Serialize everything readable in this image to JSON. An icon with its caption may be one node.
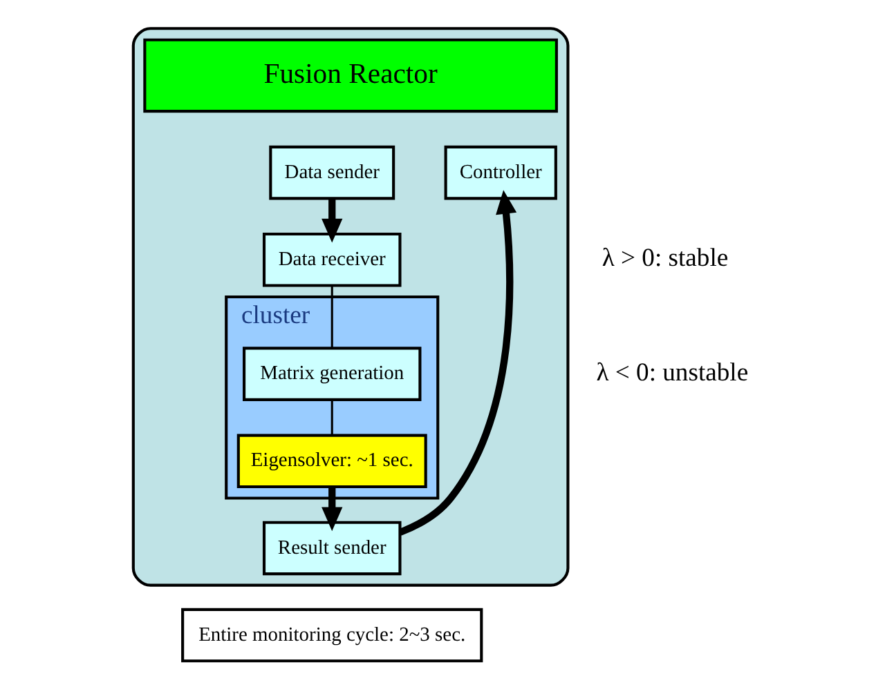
{
  "diagram": {
    "nodes": [
      {
        "text": [],
        "shape": "box"
      },
      {
        "text": [
          "Fusion Reactor"
        ],
        "in": 0
      },
      {
        "text": [
          "Data sender"
        ],
        "in": 0
      },
      {
        "text": [
          "Controller"
        ],
        "in": 0
      },
      {
        "text": [
          "Data receiver"
        ],
        "in": 0
      },
      {
        "text": [
          "cluster"
        ],
        "in": 0
      },
      {
        "text": [
          "Matrix generation"
        ],
        "in": 5
      },
      {
        "text": [
          "Eigensolver: ~1 sec."
        ],
        "in": 5
      },
      {
        "text": [
          "Result sender"
        ],
        "in": 0
      },
      {
        "text": [
          "Entire monitoring cycle: 2~3 sec."
        ]
      }
    ],
    "edges": [
      {
        "from": 2,
        "to": 4,
        "arrow": "to"
      },
      {
        "from": 4,
        "to": 6,
        "arrow": "none"
      },
      {
        "from": 6,
        "to": 7,
        "arrow": "none"
      },
      {
        "from": 7,
        "to": 8,
        "arrow": "to"
      },
      {
        "from": 8,
        "to": 3,
        "arrow": "to"
      }
    ],
    "labels": [
      "λ > 0: stable",
      "λ < 0: unstable"
    ]
  }
}
